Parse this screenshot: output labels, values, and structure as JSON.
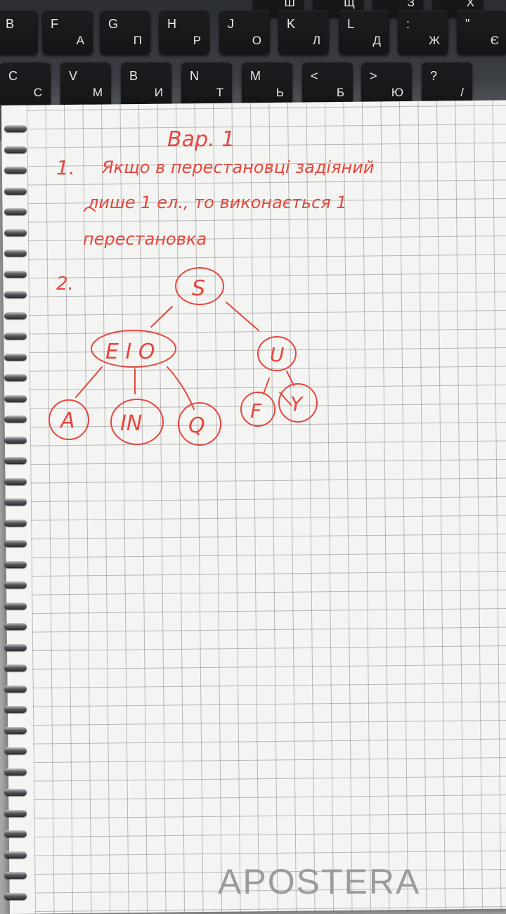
{
  "keyboard": {
    "rows": [
      [
        [
          "B",
          ""
        ],
        [
          "F",
          "A"
        ],
        [
          "G",
          "П"
        ],
        [
          "H",
          "Р"
        ],
        [
          "J",
          "О"
        ],
        [
          "K",
          "Л"
        ],
        [
          "L",
          "Д"
        ],
        [
          ":",
          "Ж"
        ],
        [
          "\"",
          "Є"
        ]
      ],
      [
        [
          "C",
          "С"
        ],
        [
          "V",
          "М"
        ],
        [
          "B",
          "И"
        ],
        [
          "N",
          "Т"
        ],
        [
          "M",
          "Ь"
        ],
        [
          "<",
          "Б"
        ],
        [
          ">",
          "Ю"
        ],
        [
          "?",
          "/"
        ]
      ]
    ],
    "top_row_partial": [
      "Ш",
      "Щ",
      "З",
      "Х"
    ]
  },
  "notebook": {
    "heading": "Вар. 1",
    "task1_marker": "1.",
    "task1_lines": [
      "Якщо в перестановці задіяний",
      "лише 1 ел., то виконається 1",
      "перестановка"
    ],
    "task2_marker": "2.",
    "tree": {
      "root": "S",
      "left": "E I O",
      "right": "U",
      "left_children": [
        "A",
        "IN",
        "Q"
      ],
      "right_children": [
        "F",
        "Y"
      ]
    },
    "ink_color": "#e5473d"
  },
  "brand": "APOSTERA"
}
